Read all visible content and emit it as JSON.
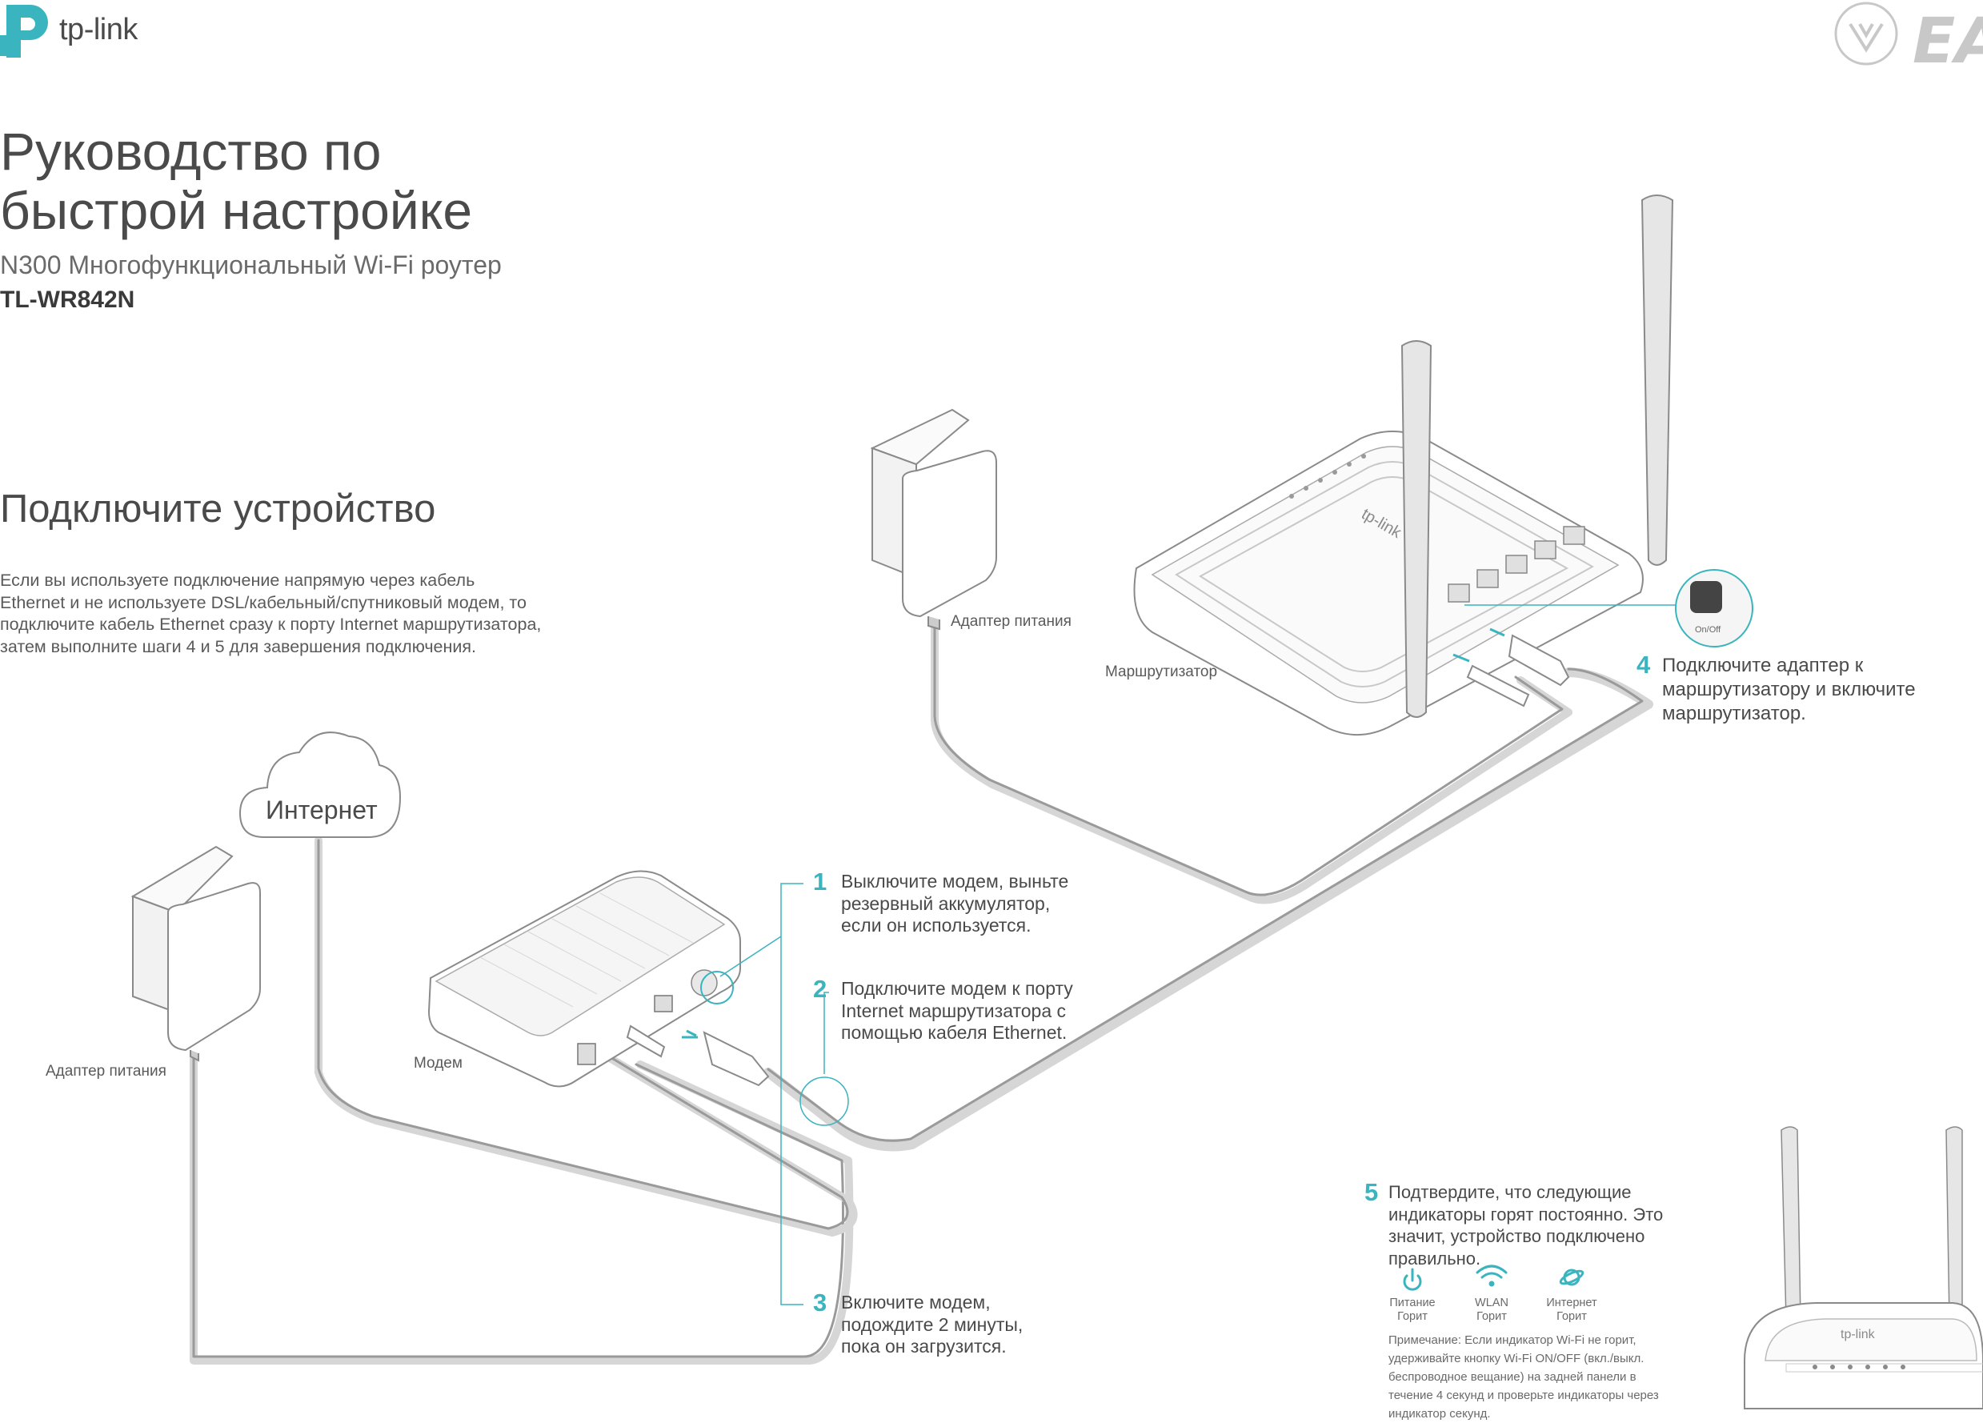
{
  "brand": {
    "logo_text": "tp-link",
    "accent": "#3ab4be"
  },
  "header": {
    "title_line1": "Руководство по",
    "title_line2": "быстрой настройке",
    "subtitle": "N300 Многофункциональный Wi-Fi роутер",
    "model": "TL-WR842N",
    "cert_mark_text": "EAC"
  },
  "section": {
    "title": "Подключите устройство",
    "intro": "Если вы используете подключение напрямую через кабель Ethernet и не используете DSL/кабельный/спутниковый модем, то подключите кабель Ethernet сразу к порту Internet маршрутизатора, затем выполните шаги 4 и 5 для завершения подключения."
  },
  "diagram": {
    "cloud_label": "Интернет",
    "labels": {
      "adapter_left": "Адаптер питания",
      "adapter_top": "Адаптер питания",
      "modem": "Модем",
      "router": "Маршрутизатор"
    },
    "switch_label": "On/Off",
    "brand_on_device": "tp-link"
  },
  "steps": [
    {
      "num": "1",
      "lines": [
        "Выключите модем, выньте",
        "резервный аккумулятор,",
        "если он используется."
      ]
    },
    {
      "num": "2",
      "lines": [
        "Подключите модем к порту",
        "Internet маршрутизатора с",
        "помощью кабеля Ethernet."
      ]
    },
    {
      "num": "3",
      "lines": [
        "Включите модем,",
        "подождите 2 минуты,",
        "пока он загрузится."
      ]
    },
    {
      "num": "4",
      "lines": [
        "Подключите адаптер к",
        "маршрутизатору и включите",
        "маршрутизатор."
      ]
    },
    {
      "num": "5",
      "lines": [
        "Подтвердите, что следующие",
        "индикаторы горят постоянно. Это",
        "значит, устройство подключено",
        "правильно."
      ]
    }
  ],
  "indicators": [
    {
      "name": "Питание",
      "state": "Горит",
      "icon": "power-icon"
    },
    {
      "name": "WLAN",
      "state": "Горит",
      "icon": "wifi-icon"
    },
    {
      "name": "Интернет",
      "state": "Горит",
      "icon": "globe-icon"
    }
  ],
  "note": {
    "lines": [
      "Примечание: Если индикатор Wi-Fi не горит,",
      "удерживайте кнопку Wi-Fi ON/OFF (вкл./выкл.",
      "беспроводное вещание) на задней панели в",
      "течение 4 секунд и проверьте индикаторы через",
      "индикатор секунд."
    ]
  }
}
